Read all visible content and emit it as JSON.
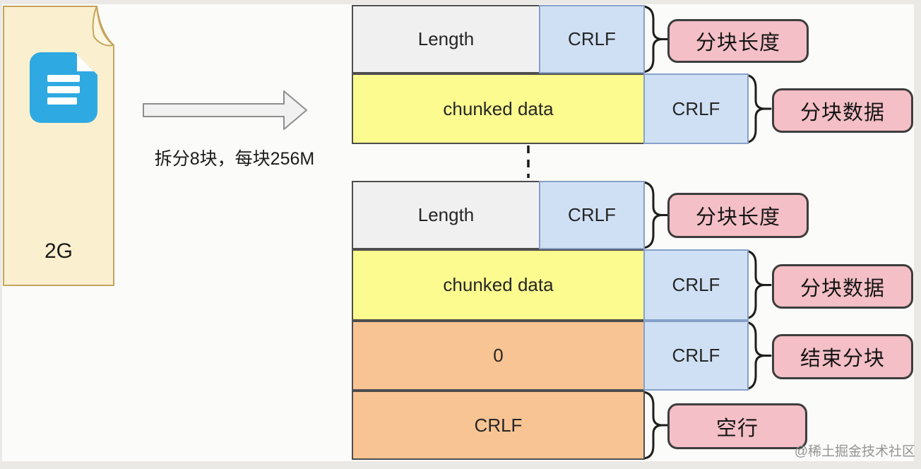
{
  "file": {
    "size_label": "2G",
    "icon": "blue-document-icon"
  },
  "arrow": {
    "caption": "拆分8块，每块256M"
  },
  "diagram": {
    "rows": [
      {
        "group": 1,
        "cells": [
          {
            "label": "Length",
            "type": "gray"
          },
          {
            "label": "CRLF",
            "type": "blue"
          }
        ],
        "annotation": "分块长度"
      },
      {
        "group": 1,
        "cells": [
          {
            "label": "chunked data",
            "type": "yellow"
          },
          {
            "label": "CRLF",
            "type": "blue"
          }
        ],
        "annotation": "分块数据"
      },
      {
        "group": 2,
        "cells": [
          {
            "label": "Length",
            "type": "gray"
          },
          {
            "label": "CRLF",
            "type": "blue"
          }
        ],
        "annotation": "分块长度"
      },
      {
        "group": 2,
        "cells": [
          {
            "label": "chunked data",
            "type": "yellow"
          },
          {
            "label": "CRLF",
            "type": "blue"
          }
        ],
        "annotation": "分块数据"
      },
      {
        "group": 2,
        "cells": [
          {
            "label": "0",
            "type": "orange"
          },
          {
            "label": "CRLF",
            "type": "blue"
          }
        ],
        "annotation": "结束分块"
      },
      {
        "group": 2,
        "cells": [
          {
            "label": "CRLF",
            "type": "orange"
          }
        ],
        "annotation": "空行"
      }
    ],
    "separator": "vertical-dashed-line"
  },
  "watermark": "@稀土掘金技术社区",
  "colors": {
    "file_fill": "#faf0cf",
    "file_border": "#c6a45d",
    "doc_icon_blue": "#2ea9e2",
    "cell_gray": "#f0f0f0",
    "cell_blue": "#cfe0f4",
    "cell_yellow": "#fbfb8f",
    "cell_orange": "#f8c493",
    "label_pink": "#f4bfc6",
    "arrow_fill": "#f1f1f1"
  }
}
